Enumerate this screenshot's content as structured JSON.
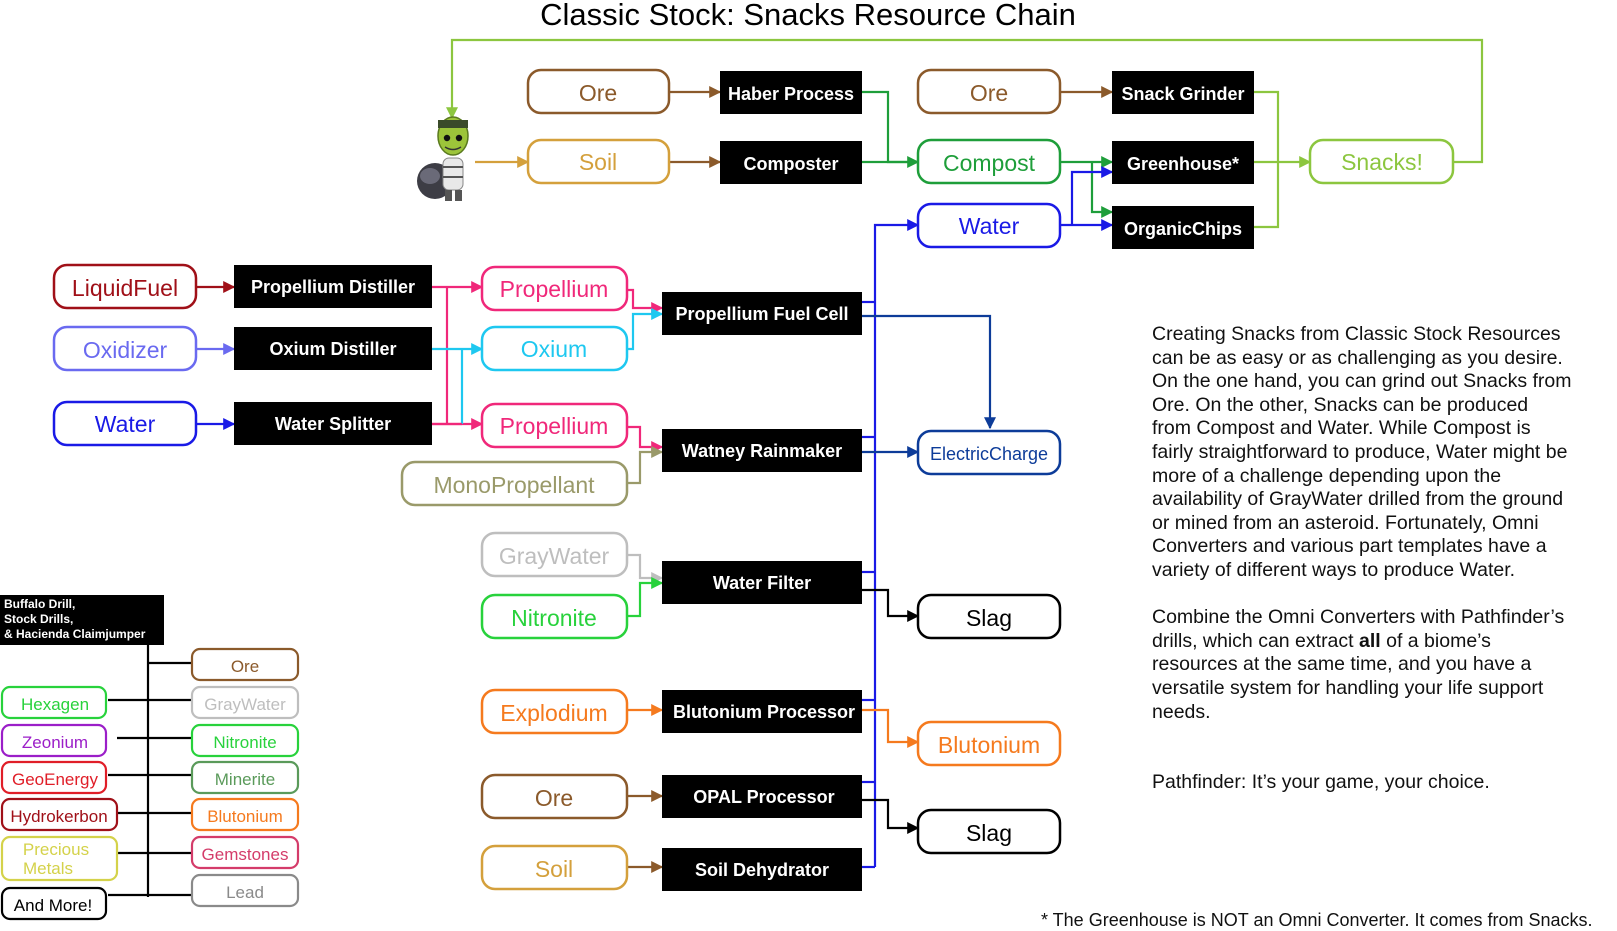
{
  "title": "Classic Stock: Snacks Resource Chain",
  "colors": {
    "brown": "#8B5A2B",
    "gold": "#D4A03C",
    "green": "#1E9E3A",
    "lime": "#8CC63F",
    "blue": "#1A1AE6",
    "navy": "#0D3C99",
    "darkred": "#A01018",
    "periwinkle": "#6A6AF0",
    "pink": "#F0287A",
    "cyan": "#1EC8F0",
    "olive": "#9A9A6A",
    "gray": "#BEBEBE",
    "brightgreen": "#28D23C",
    "orange": "#F57A1E",
    "black": "#000000"
  },
  "nodes": {
    "ore_top_left": "Ore",
    "soil_top": "Soil",
    "haber_process": "Haber Process",
    "composter": "Composter",
    "ore_top_right": "Ore",
    "compost": "Compost",
    "water_top": "Water",
    "snack_grinder": "Snack Grinder",
    "greenhouse": "Greenhouse*",
    "organic_chips": "OrganicChips",
    "snacks": "Snacks!",
    "liquid_fuel": "LiquidFuel",
    "oxidizer": "Oxidizer",
    "water_left": "Water",
    "propellium_distiller": "Propellium Distiller",
    "oxium_distiller": "Oxium Distiller",
    "water_splitter": "Water Splitter",
    "propellium_1": "Propellium",
    "oxium": "Oxium",
    "propellium_2": "Propellium",
    "mono_propellant": "MonoPropellant",
    "propellium_fuel_cell": "Propellium Fuel Cell",
    "watney_rainmaker": "Watney Rainmaker",
    "electric_charge": "ElectricCharge",
    "gray_water": "GrayWater",
    "nitronite": "Nitronite",
    "water_filter": "Water Filter",
    "slag_1": "Slag",
    "explodium": "Explodium",
    "blutonium_processor": "Blutonium Processor",
    "blutonium_output": "Blutonium",
    "ore_bottom": "Ore",
    "opal_processor": "OPAL Processor",
    "slag_2": "Slag",
    "soil_bottom": "Soil",
    "soil_dehydrator": "Soil Dehydrator"
  },
  "drills_box": [
    "Buffalo Drill,",
    "Stock Drills,",
    "& Hacienda Claimjumper"
  ],
  "drill_resources": {
    "left": [
      "Hexagen",
      "Zeonium",
      "GeoEnergy",
      "Hydrokerbon",
      "Precious",
      "Metals",
      "And More!"
    ],
    "right": [
      "Ore",
      "GrayWater",
      "Nitronite",
      "Minerite",
      "Blutonium",
      "Gemstones",
      "Lead"
    ]
  },
  "description": {
    "paragraph_1": "Creating Snacks from Classic Stock Resources can be as easy or as challenging as you desire. On the one hand, you can grind out Snacks from Ore. On the other, Snacks can be produced from Compost and Water. While Compost is fairly straightforward to produce, Water might be more of a challenge depending upon the availability of GrayWater drilled from the ground or mined from an asteroid. Fortunately, Omni Converters and various part templates have a variety of different ways to produce Water.",
    "paragraph_2_before_bold": "Combine the Omni Converters with Pathfinder’s drills, which can extract ",
    "paragraph_2_bold": "all",
    "paragraph_2_after_bold": " of a biome’s resources at the same time, and you have a versatile system for handling your life support needs.",
    "paragraph_3": "Pathfinder: It’s your game, your choice."
  },
  "footnote": "* The Greenhouse is NOT an Omni Converter. It comes from Snacks."
}
